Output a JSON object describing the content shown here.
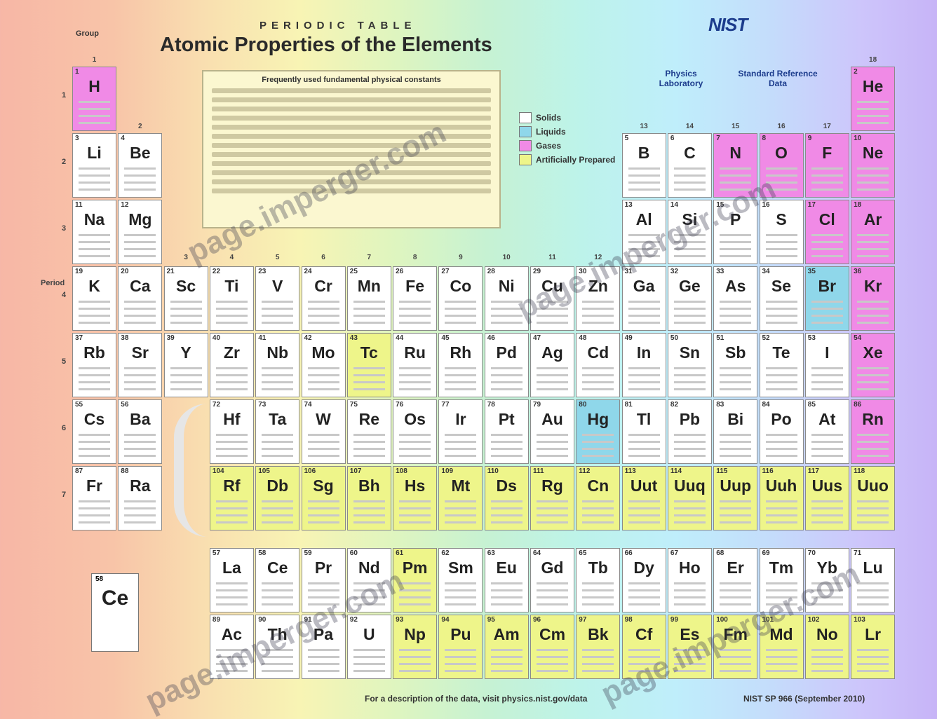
{
  "header": {
    "small_title": "PERIODIC TABLE",
    "title": "Atomic Properties of the Elements",
    "group_label": "Group",
    "nist": "NIST",
    "physics_lab": "Physics Laboratory",
    "srd": "Standard Reference Data"
  },
  "legend": [
    {
      "label": "Solids",
      "color": "#ffffff"
    },
    {
      "label": "Liquids",
      "color": "#8fd7ea"
    },
    {
      "label": "Gases",
      "color": "#f08ae6"
    },
    {
      "label": "Artificially Prepared",
      "color": "#eef58a"
    }
  ],
  "constants_title": "Frequently used fundamental physical constants",
  "period_label": "Period",
  "groups": [
    "1",
    "2",
    "3",
    "4",
    "5",
    "6",
    "7",
    "8",
    "9",
    "10",
    "11",
    "12",
    "13",
    "14",
    "15",
    "16",
    "17",
    "18"
  ],
  "periods": [
    "1",
    "2",
    "3",
    "4",
    "5",
    "6",
    "7"
  ],
  "elements": [
    {
      "n": "1",
      "s": "H",
      "r": 1,
      "c": 1,
      "t": "gas"
    },
    {
      "n": "2",
      "s": "He",
      "r": 1,
      "c": 18,
      "t": "gas"
    },
    {
      "n": "3",
      "s": "Li",
      "r": 2,
      "c": 1,
      "t": "solid"
    },
    {
      "n": "4",
      "s": "Be",
      "r": 2,
      "c": 2,
      "t": "solid"
    },
    {
      "n": "5",
      "s": "B",
      "r": 2,
      "c": 13,
      "t": "solid"
    },
    {
      "n": "6",
      "s": "C",
      "r": 2,
      "c": 14,
      "t": "solid"
    },
    {
      "n": "7",
      "s": "N",
      "r": 2,
      "c": 15,
      "t": "gas"
    },
    {
      "n": "8",
      "s": "O",
      "r": 2,
      "c": 16,
      "t": "gas"
    },
    {
      "n": "9",
      "s": "F",
      "r": 2,
      "c": 17,
      "t": "gas"
    },
    {
      "n": "10",
      "s": "Ne",
      "r": 2,
      "c": 18,
      "t": "gas"
    },
    {
      "n": "11",
      "s": "Na",
      "r": 3,
      "c": 1,
      "t": "solid"
    },
    {
      "n": "12",
      "s": "Mg",
      "r": 3,
      "c": 2,
      "t": "solid"
    },
    {
      "n": "13",
      "s": "Al",
      "r": 3,
      "c": 13,
      "t": "solid"
    },
    {
      "n": "14",
      "s": "Si",
      "r": 3,
      "c": 14,
      "t": "solid"
    },
    {
      "n": "15",
      "s": "P",
      "r": 3,
      "c": 15,
      "t": "solid"
    },
    {
      "n": "16",
      "s": "S",
      "r": 3,
      "c": 16,
      "t": "solid"
    },
    {
      "n": "17",
      "s": "Cl",
      "r": 3,
      "c": 17,
      "t": "gas"
    },
    {
      "n": "18",
      "s": "Ar",
      "r": 3,
      "c": 18,
      "t": "gas"
    },
    {
      "n": "19",
      "s": "K",
      "r": 4,
      "c": 1,
      "t": "solid"
    },
    {
      "n": "20",
      "s": "Ca",
      "r": 4,
      "c": 2,
      "t": "solid"
    },
    {
      "n": "21",
      "s": "Sc",
      "r": 4,
      "c": 3,
      "t": "solid"
    },
    {
      "n": "22",
      "s": "Ti",
      "r": 4,
      "c": 4,
      "t": "solid"
    },
    {
      "n": "23",
      "s": "V",
      "r": 4,
      "c": 5,
      "t": "solid"
    },
    {
      "n": "24",
      "s": "Cr",
      "r": 4,
      "c": 6,
      "t": "solid"
    },
    {
      "n": "25",
      "s": "Mn",
      "r": 4,
      "c": 7,
      "t": "solid"
    },
    {
      "n": "26",
      "s": "Fe",
      "r": 4,
      "c": 8,
      "t": "solid"
    },
    {
      "n": "27",
      "s": "Co",
      "r": 4,
      "c": 9,
      "t": "solid"
    },
    {
      "n": "28",
      "s": "Ni",
      "r": 4,
      "c": 10,
      "t": "solid"
    },
    {
      "n": "29",
      "s": "Cu",
      "r": 4,
      "c": 11,
      "t": "solid"
    },
    {
      "n": "30",
      "s": "Zn",
      "r": 4,
      "c": 12,
      "t": "solid"
    },
    {
      "n": "31",
      "s": "Ga",
      "r": 4,
      "c": 13,
      "t": "solid"
    },
    {
      "n": "32",
      "s": "Ge",
      "r": 4,
      "c": 14,
      "t": "solid"
    },
    {
      "n": "33",
      "s": "As",
      "r": 4,
      "c": 15,
      "t": "solid"
    },
    {
      "n": "34",
      "s": "Se",
      "r": 4,
      "c": 16,
      "t": "solid"
    },
    {
      "n": "35",
      "s": "Br",
      "r": 4,
      "c": 17,
      "t": "liquid"
    },
    {
      "n": "36",
      "s": "Kr",
      "r": 4,
      "c": 18,
      "t": "gas"
    },
    {
      "n": "37",
      "s": "Rb",
      "r": 5,
      "c": 1,
      "t": "solid"
    },
    {
      "n": "38",
      "s": "Sr",
      "r": 5,
      "c": 2,
      "t": "solid"
    },
    {
      "n": "39",
      "s": "Y",
      "r": 5,
      "c": 3,
      "t": "solid"
    },
    {
      "n": "40",
      "s": "Zr",
      "r": 5,
      "c": 4,
      "t": "solid"
    },
    {
      "n": "41",
      "s": "Nb",
      "r": 5,
      "c": 5,
      "t": "solid"
    },
    {
      "n": "42",
      "s": "Mo",
      "r": 5,
      "c": 6,
      "t": "solid"
    },
    {
      "n": "43",
      "s": "Tc",
      "r": 5,
      "c": 7,
      "t": "synth"
    },
    {
      "n": "44",
      "s": "Ru",
      "r": 5,
      "c": 8,
      "t": "solid"
    },
    {
      "n": "45",
      "s": "Rh",
      "r": 5,
      "c": 9,
      "t": "solid"
    },
    {
      "n": "46",
      "s": "Pd",
      "r": 5,
      "c": 10,
      "t": "solid"
    },
    {
      "n": "47",
      "s": "Ag",
      "r": 5,
      "c": 11,
      "t": "solid"
    },
    {
      "n": "48",
      "s": "Cd",
      "r": 5,
      "c": 12,
      "t": "solid"
    },
    {
      "n": "49",
      "s": "In",
      "r": 5,
      "c": 13,
      "t": "solid"
    },
    {
      "n": "50",
      "s": "Sn",
      "r": 5,
      "c": 14,
      "t": "solid"
    },
    {
      "n": "51",
      "s": "Sb",
      "r": 5,
      "c": 15,
      "t": "solid"
    },
    {
      "n": "52",
      "s": "Te",
      "r": 5,
      "c": 16,
      "t": "solid"
    },
    {
      "n": "53",
      "s": "I",
      "r": 5,
      "c": 17,
      "t": "solid"
    },
    {
      "n": "54",
      "s": "Xe",
      "r": 5,
      "c": 18,
      "t": "gas"
    },
    {
      "n": "55",
      "s": "Cs",
      "r": 6,
      "c": 1,
      "t": "solid"
    },
    {
      "n": "56",
      "s": "Ba",
      "r": 6,
      "c": 2,
      "t": "solid"
    },
    {
      "n": "72",
      "s": "Hf",
      "r": 6,
      "c": 4,
      "t": "solid"
    },
    {
      "n": "73",
      "s": "Ta",
      "r": 6,
      "c": 5,
      "t": "solid"
    },
    {
      "n": "74",
      "s": "W",
      "r": 6,
      "c": 6,
      "t": "solid"
    },
    {
      "n": "75",
      "s": "Re",
      "r": 6,
      "c": 7,
      "t": "solid"
    },
    {
      "n": "76",
      "s": "Os",
      "r": 6,
      "c": 8,
      "t": "solid"
    },
    {
      "n": "77",
      "s": "Ir",
      "r": 6,
      "c": 9,
      "t": "solid"
    },
    {
      "n": "78",
      "s": "Pt",
      "r": 6,
      "c": 10,
      "t": "solid"
    },
    {
      "n": "79",
      "s": "Au",
      "r": 6,
      "c": 11,
      "t": "solid"
    },
    {
      "n": "80",
      "s": "Hg",
      "r": 6,
      "c": 12,
      "t": "liquid"
    },
    {
      "n": "81",
      "s": "Tl",
      "r": 6,
      "c": 13,
      "t": "solid"
    },
    {
      "n": "82",
      "s": "Pb",
      "r": 6,
      "c": 14,
      "t": "solid"
    },
    {
      "n": "83",
      "s": "Bi",
      "r": 6,
      "c": 15,
      "t": "solid"
    },
    {
      "n": "84",
      "s": "Po",
      "r": 6,
      "c": 16,
      "t": "solid"
    },
    {
      "n": "85",
      "s": "At",
      "r": 6,
      "c": 17,
      "t": "solid"
    },
    {
      "n": "86",
      "s": "Rn",
      "r": 6,
      "c": 18,
      "t": "gas"
    },
    {
      "n": "87",
      "s": "Fr",
      "r": 7,
      "c": 1,
      "t": "solid"
    },
    {
      "n": "88",
      "s": "Ra",
      "r": 7,
      "c": 2,
      "t": "solid"
    },
    {
      "n": "104",
      "s": "Rf",
      "r": 7,
      "c": 4,
      "t": "synth"
    },
    {
      "n": "105",
      "s": "Db",
      "r": 7,
      "c": 5,
      "t": "synth"
    },
    {
      "n": "106",
      "s": "Sg",
      "r": 7,
      "c": 6,
      "t": "synth"
    },
    {
      "n": "107",
      "s": "Bh",
      "r": 7,
      "c": 7,
      "t": "synth"
    },
    {
      "n": "108",
      "s": "Hs",
      "r": 7,
      "c": 8,
      "t": "synth"
    },
    {
      "n": "109",
      "s": "Mt",
      "r": 7,
      "c": 9,
      "t": "synth"
    },
    {
      "n": "110",
      "s": "Ds",
      "r": 7,
      "c": 10,
      "t": "synth"
    },
    {
      "n": "111",
      "s": "Rg",
      "r": 7,
      "c": 11,
      "t": "synth"
    },
    {
      "n": "112",
      "s": "Cn",
      "r": 7,
      "c": 12,
      "t": "synth"
    },
    {
      "n": "113",
      "s": "Uut",
      "r": 7,
      "c": 13,
      "t": "synth"
    },
    {
      "n": "114",
      "s": "Uuq",
      "r": 7,
      "c": 14,
      "t": "synth"
    },
    {
      "n": "115",
      "s": "Uup",
      "r": 7,
      "c": 15,
      "t": "synth"
    },
    {
      "n": "116",
      "s": "Uuh",
      "r": 7,
      "c": 16,
      "t": "synth"
    },
    {
      "n": "117",
      "s": "Uus",
      "r": 7,
      "c": 17,
      "t": "synth"
    },
    {
      "n": "118",
      "s": "Uuo",
      "r": 7,
      "c": 18,
      "t": "synth"
    },
    {
      "n": "57",
      "s": "La",
      "r": 9,
      "c": 4,
      "t": "solid"
    },
    {
      "n": "58",
      "s": "Ce",
      "r": 9,
      "c": 5,
      "t": "solid"
    },
    {
      "n": "59",
      "s": "Pr",
      "r": 9,
      "c": 6,
      "t": "solid"
    },
    {
      "n": "60",
      "s": "Nd",
      "r": 9,
      "c": 7,
      "t": "solid"
    },
    {
      "n": "61",
      "s": "Pm",
      "r": 9,
      "c": 8,
      "t": "synth"
    },
    {
      "n": "62",
      "s": "Sm",
      "r": 9,
      "c": 9,
      "t": "solid"
    },
    {
      "n": "63",
      "s": "Eu",
      "r": 9,
      "c": 10,
      "t": "solid"
    },
    {
      "n": "64",
      "s": "Gd",
      "r": 9,
      "c": 11,
      "t": "solid"
    },
    {
      "n": "65",
      "s": "Tb",
      "r": 9,
      "c": 12,
      "t": "solid"
    },
    {
      "n": "66",
      "s": "Dy",
      "r": 9,
      "c": 13,
      "t": "solid"
    },
    {
      "n": "67",
      "s": "Ho",
      "r": 9,
      "c": 14,
      "t": "solid"
    },
    {
      "n": "68",
      "s": "Er",
      "r": 9,
      "c": 15,
      "t": "solid"
    },
    {
      "n": "69",
      "s": "Tm",
      "r": 9,
      "c": 16,
      "t": "solid"
    },
    {
      "n": "70",
      "s": "Yb",
      "r": 9,
      "c": 17,
      "t": "solid"
    },
    {
      "n": "71",
      "s": "Lu",
      "r": 9,
      "c": 18,
      "t": "solid"
    },
    {
      "n": "89",
      "s": "Ac",
      "r": 10,
      "c": 4,
      "t": "solid"
    },
    {
      "n": "90",
      "s": "Th",
      "r": 10,
      "c": 5,
      "t": "solid"
    },
    {
      "n": "91",
      "s": "Pa",
      "r": 10,
      "c": 6,
      "t": "solid"
    },
    {
      "n": "92",
      "s": "U",
      "r": 10,
      "c": 7,
      "t": "solid"
    },
    {
      "n": "93",
      "s": "Np",
      "r": 10,
      "c": 8,
      "t": "synth"
    },
    {
      "n": "94",
      "s": "Pu",
      "r": 10,
      "c": 9,
      "t": "synth"
    },
    {
      "n": "95",
      "s": "Am",
      "r": 10,
      "c": 10,
      "t": "synth"
    },
    {
      "n": "96",
      "s": "Cm",
      "r": 10,
      "c": 11,
      "t": "synth"
    },
    {
      "n": "97",
      "s": "Bk",
      "r": 10,
      "c": 12,
      "t": "synth"
    },
    {
      "n": "98",
      "s": "Cf",
      "r": 10,
      "c": 13,
      "t": "synth"
    },
    {
      "n": "99",
      "s": "Es",
      "r": 10,
      "c": 14,
      "t": "synth"
    },
    {
      "n": "100",
      "s": "Fm",
      "r": 10,
      "c": 15,
      "t": "synth"
    },
    {
      "n": "101",
      "s": "Md",
      "r": 10,
      "c": 16,
      "t": "synth"
    },
    {
      "n": "102",
      "s": "No",
      "r": 10,
      "c": 17,
      "t": "synth"
    },
    {
      "n": "103",
      "s": "Lr",
      "r": 10,
      "c": 18,
      "t": "synth"
    }
  ],
  "key_element": {
    "n": "58",
    "s": "Ce"
  },
  "footer": {
    "middle": "For a description of the data, visit physics.nist.gov/data",
    "right": "NIST SP 966 (September 2010)"
  },
  "watermarks": [
    "page.imperger.com",
    "page.imperger.com",
    "page.imperger.com",
    "page.imperger.com"
  ]
}
